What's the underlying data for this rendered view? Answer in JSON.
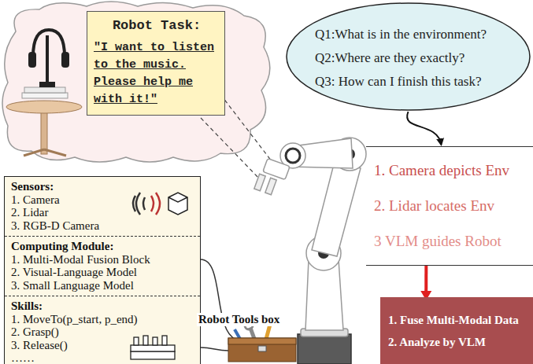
{
  "diagram": {
    "nodes": [
      {
        "text": [
          "Robot Task:",
          "\"I want to listen to the music. Please help me with it!\""
        ]
      },
      {
        "text": [
          "Q1:What is in the environment?",
          "Q2:Where are they exactly?",
          "Q3: How can I finish this task?"
        ]
      },
      {
        "text": []
      },
      {
        "text": [
          "Sensors:",
          "1. Camera",
          "2. Lidar",
          "3. RGB-D Camera"
        ],
        "in": 2
      },
      {
        "text": [
          "Computing Module:",
          "1. Multi-Modal Fusion Block",
          "2. Visual-Language Model",
          "3. Small Language Model"
        ],
        "in": 2
      },
      {
        "text": [
          "Skills:",
          "1. MoveTo(p_start, p_end)",
          "2. Grasp()",
          "3. Release()",
          "……"
        ],
        "in": 2
      },
      {
        "text": [
          "1. Camera depicts Env",
          "2. Lidar locates Env",
          "3 VLM guides Robot"
        ]
      },
      {
        "text": [
          "1. Fuse Multi-Modal Data",
          "2. Analyze by VLM"
        ]
      }
    ],
    "edges": [
      {
        "from": 1,
        "to": 6,
        "arrow": "to"
      },
      {
        "from": 6,
        "to": 7,
        "arrow": "to"
      }
    ],
    "labels": [
      "Robot Tools box"
    ]
  }
}
